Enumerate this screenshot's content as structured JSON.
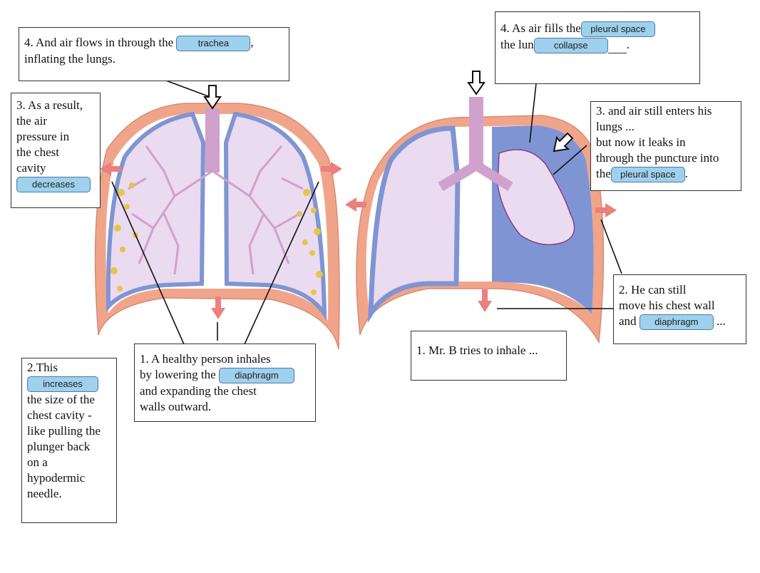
{
  "labels": {
    "left_top": {
      "text_before": "4. And air flows in through the",
      "chip": "trachea",
      "text_after": ",",
      "line2": "inflating the lungs."
    },
    "left_side": {
      "lines": [
        "3. As a result,",
        "the air",
        "pressure in",
        "the chest",
        "cavity"
      ],
      "chip": "decreases"
    },
    "left_bottom_left": {
      "line1": "2.This",
      "chip": "increases",
      "lines": [
        "the size of the",
        "chest cavity -",
        "like pulling the",
        "plunger back",
        "on a",
        "hypodermic",
        "needle."
      ]
    },
    "left_bottom_center": {
      "line1": "1. A healthy person inhales",
      "line2_before": "by lowering the",
      "chip": "diaphragm",
      "lines": [
        "and expanding the chest",
        "walls outward."
      ]
    },
    "right_top": {
      "line1_before": "4. As air fills the",
      "chip1": "pleural space",
      "line2_before": "the lun",
      "chip2": "collapse",
      "line2_after": "."
    },
    "right_side": {
      "lines": [
        "3. and air still enters his",
        "lungs ...",
        "but now it leaks in",
        "through the puncture into"
      ],
      "last_before": "the",
      "chip": "pleural space",
      "last_after": "."
    },
    "right_bottom_center": {
      "text": "1. Mr. B tries to inhale ..."
    },
    "right_bottom_right": {
      "line1": "2. He can still",
      "line2": "move his chest wall",
      "line3_before": "and",
      "chip": "diaphragm",
      "line3_after": "..."
    }
  },
  "colors": {
    "chest_wall": "#f0a58a",
    "pleura": "#7f95d3",
    "lung_fill": "#eadbf0",
    "bronchi": "#cfa1cc",
    "alveoli": "#e7c44a",
    "arrow": "#ec7f7f",
    "chip_fill": "#9fd0ec"
  }
}
